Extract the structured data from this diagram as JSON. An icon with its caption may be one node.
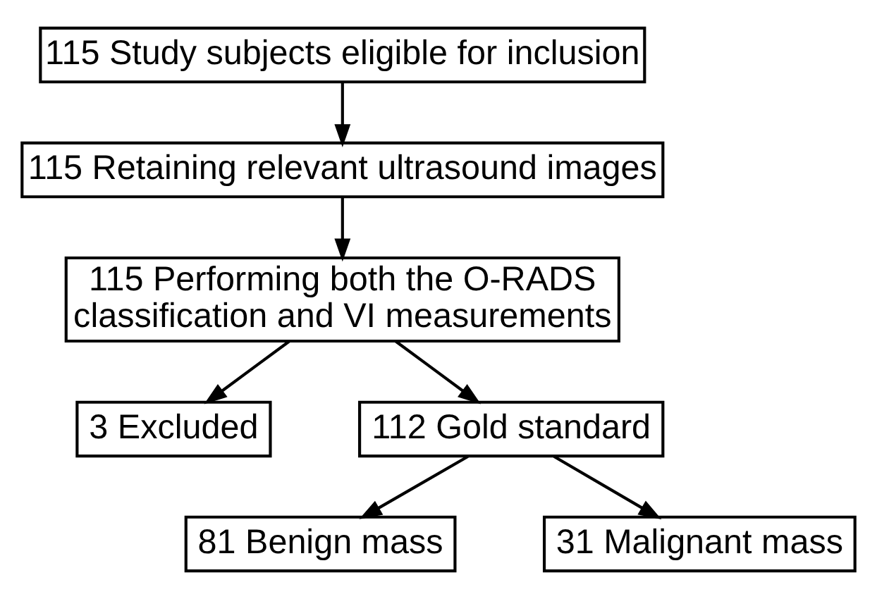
{
  "diagram": {
    "nodes": [
      {
        "text": [
          "115 Study subjects eligible for inclusion"
        ]
      },
      {
        "text": [
          "115 Retaining relevant ultrasound images"
        ]
      },
      {
        "text": [
          "115 Performing both the O-RADS classification and VI measurements"
        ]
      },
      {
        "text": [
          "3 Excluded"
        ]
      },
      {
        "text": [
          "112 Gold standard"
        ]
      },
      {
        "text": [
          "81 Benign mass"
        ]
      },
      {
        "text": [
          "31 Malignant mass"
        ]
      }
    ],
    "edges": [
      {
        "from": 0,
        "to": 1,
        "arrow": "to"
      },
      {
        "from": 1,
        "to": 2,
        "arrow": "to"
      },
      {
        "from": 2,
        "to": 3,
        "arrow": "to"
      },
      {
        "from": 2,
        "to": 4,
        "arrow": "to"
      },
      {
        "from": 4,
        "to": 5,
        "arrow": "to"
      },
      {
        "from": 4,
        "to": 6,
        "arrow": "to"
      }
    ]
  }
}
